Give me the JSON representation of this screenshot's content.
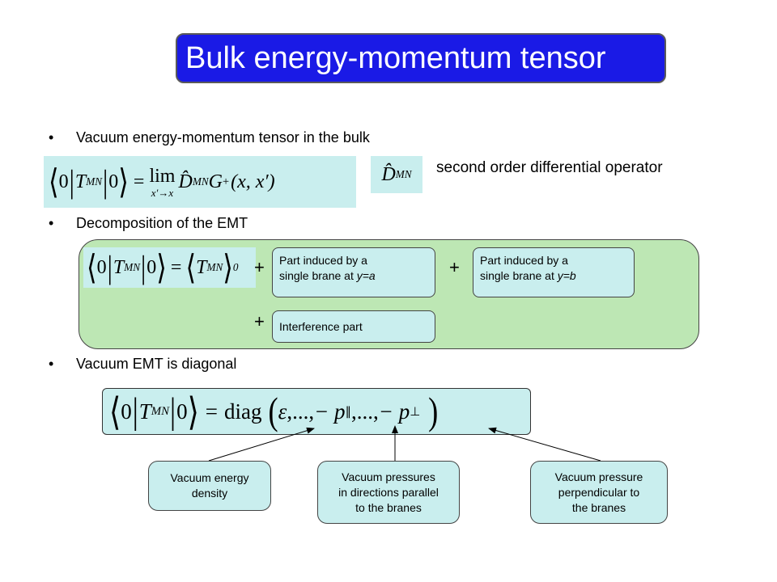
{
  "title": "Bulk energy-momentum tensor",
  "bullets": {
    "b1": "Vacuum energy-momentum tensor in the bulk",
    "b2": "Decomposition of the EMT",
    "b3": "Vacuum EMT is diagonal"
  },
  "operator_desc": "second order differential operator",
  "formula1": {
    "lhs_zero1": "0",
    "T": "T",
    "T_sub": "MN",
    "lhs_zero2": "0",
    "eq": "=",
    "lim": "lim",
    "lim_sub": "x′→x",
    "D": "D̂",
    "D_sub": "MN",
    "G": "G",
    "G_sup": "+",
    "args": "(x, x′)"
  },
  "operator_symbol": {
    "D": "D̂",
    "D_sub": "MN"
  },
  "formula2": {
    "zero1": "0",
    "T": "T",
    "T_sub": "MN",
    "zero2": "0",
    "eq": "=",
    "T2": "T",
    "T2_sub": "MN",
    "outer_sub": "0"
  },
  "parts": {
    "a_line1": "Part induced by a",
    "a_line2_prefix": "single brane at ",
    "a_line2_var": "y=a",
    "b_line1": "Part induced by a",
    "b_line2_prefix": "single brane at ",
    "b_line2_var": "y=b",
    "interference": "Interference part",
    "plus": "+"
  },
  "formula3": {
    "zero1": "0",
    "T": "T",
    "T_sub": "MN",
    "zero2": "0",
    "eq": "=",
    "diag": "diag",
    "args_open": "(",
    "eps": "ε",
    "dots1": ",...,",
    "minus_p_par": "− p",
    "par_sub": "∥",
    "dots2": ",...,",
    "minus_p_perp": "− p",
    "perp_sub": "⊥",
    "args_close": ")"
  },
  "callouts": {
    "energy": [
      "Vacuum energy",
      "density"
    ],
    "parallel": [
      "Vacuum pressures",
      "in directions parallel",
      "to the branes"
    ],
    "perp": [
      "Vacuum pressure",
      "perpendicular to",
      "the branes"
    ]
  },
  "bullet_symbol": "•",
  "colors": {
    "title_bg": "#1a1ae6",
    "formula_bg": "#c9eeee",
    "panel_bg": "#bde7b4"
  }
}
